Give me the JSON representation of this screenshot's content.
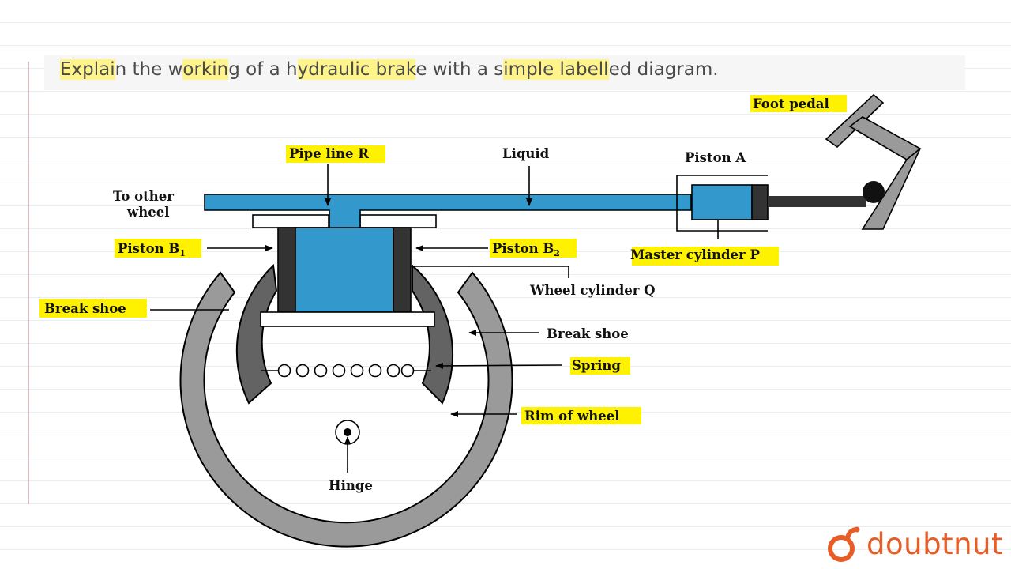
{
  "question": {
    "segments": [
      {
        "text": "Explai",
        "hl": true
      },
      {
        "text": "n the w",
        "hl": false
      },
      {
        "text": "orkin",
        "hl": true
      },
      {
        "text": "g of a h",
        "hl": false
      },
      {
        "text": "ydraulic brak",
        "hl": true
      },
      {
        "text": "e with a s",
        "hl": false
      },
      {
        "text": "imple labell",
        "hl": true
      },
      {
        "text": "ed diagram.",
        "hl": false
      }
    ]
  },
  "labels": {
    "foot_pedal": "Foot pedal",
    "piston_a": "Piston A",
    "pipe_line": "Pipe line R",
    "liquid": "Liquid",
    "to_other_1": "To other",
    "to_other_2": "wheel",
    "piston_b1": "Piston B",
    "piston_b1_sub": "1",
    "piston_b2": "Piston B",
    "piston_b2_sub": "2",
    "master_cylinder": "Master cylinder P",
    "wheel_cylinder": "Wheel cylinder Q",
    "break_shoe_left": "Break shoe",
    "break_shoe_right": "Break shoe",
    "spring": "Spring",
    "rim": "Rim of wheel",
    "hinge": "Hinge"
  },
  "colors": {
    "liquid": "#3399cc",
    "highlight": "#fff200",
    "rim": "#9a9a9a",
    "shoe": "#636363",
    "piston_dark": "#333333",
    "brand": "#e85c26"
  },
  "brand": {
    "name": "doubtnut",
    "icon": "doubtnut-logo-icon"
  }
}
